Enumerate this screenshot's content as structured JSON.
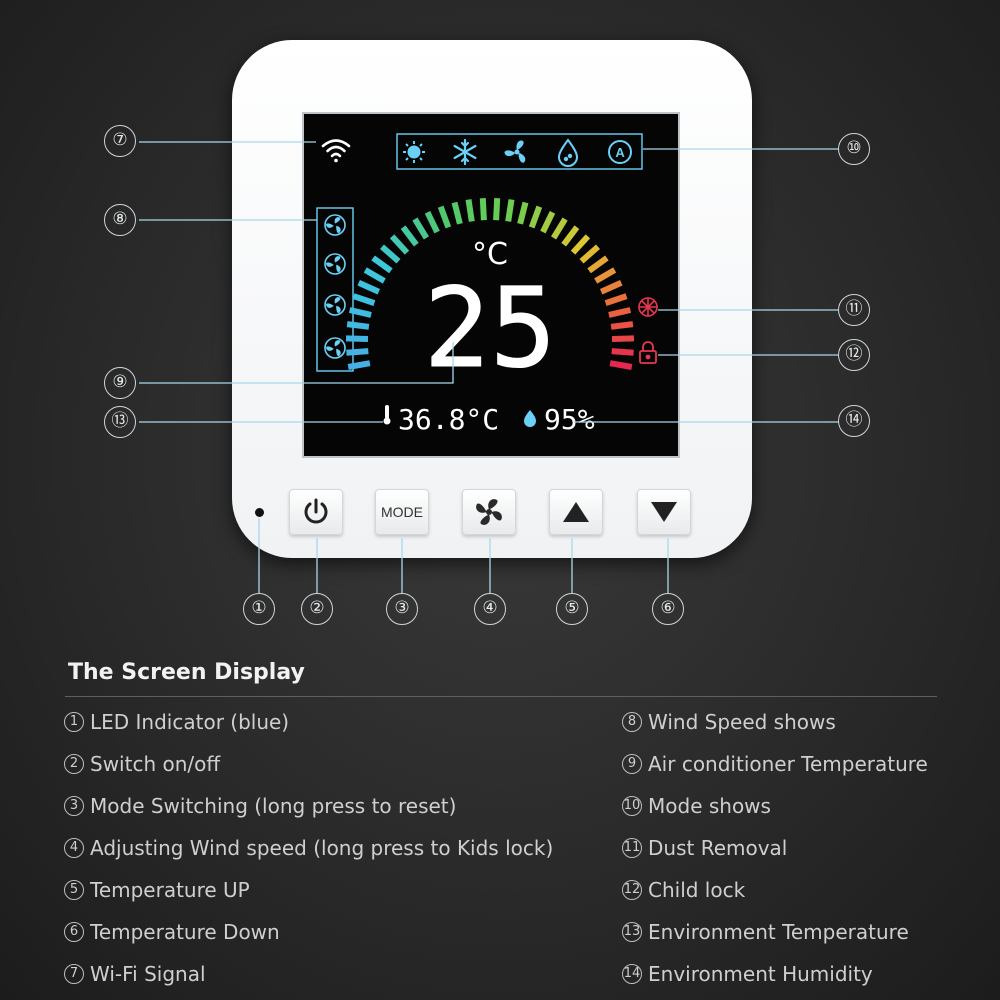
{
  "colors": {
    "accent": "#6ad0f5",
    "background": "#2a2a2a",
    "lcd": "#050505",
    "alert": "#e8364f"
  },
  "display": {
    "set_temperature": "25",
    "temperature_unit": "°C",
    "environment_temperature": "36.8°C",
    "environment_humidity": "95%",
    "icons": {
      "wifi": "wifi-icon",
      "modes": [
        "sun-icon",
        "snowflake-icon",
        "fan-icon",
        "dry-drop-icon",
        "auto-mode-icon"
      ],
      "wind_speeds": [
        "fan-speed-low-icon",
        "fan-speed-mid-icon",
        "fan-speed-high-icon",
        "fan-speed-auto-icon"
      ],
      "dust": "dust-removal-icon",
      "lock": "child-lock-icon",
      "thermometer": "thermometer-icon",
      "humidity": "humidity-drop-icon"
    }
  },
  "buttons": {
    "power": "power-icon",
    "mode_label": "MODE",
    "fan": "fan-icon",
    "up": "triangle-up-icon",
    "down": "triangle-down-icon"
  },
  "callouts": [
    "①",
    "②",
    "③",
    "④",
    "⑤",
    "⑥",
    "⑦",
    "⑧",
    "⑨",
    "⑩",
    "⑪",
    "⑫",
    "⑬",
    "⑭"
  ],
  "legend": {
    "title": "The Screen Display",
    "left": [
      {
        "num": "1",
        "text": "LED Indicator (blue)"
      },
      {
        "num": "2",
        "text": "Switch on/off"
      },
      {
        "num": "3",
        "text": "Mode Switching (long press to reset)"
      },
      {
        "num": "4",
        "text": "Adjusting Wind speed (long press to Kids lock)"
      },
      {
        "num": "5",
        "text": "Temperature UP"
      },
      {
        "num": "6",
        "text": "Temperature Down"
      },
      {
        "num": "7",
        "text": "Wi-Fi Signal"
      }
    ],
    "right": [
      {
        "num": "8",
        "text": "Wind Speed shows"
      },
      {
        "num": "9",
        "text": "Air conditioner Temperature"
      },
      {
        "num": "10",
        "text": "Mode shows"
      },
      {
        "num": "11",
        "text": "Dust Removal"
      },
      {
        "num": "12",
        "text": "Child lock"
      },
      {
        "num": "13",
        "text": "Environment Temperature"
      },
      {
        "num": "14",
        "text": "Environment Humidity"
      }
    ]
  }
}
